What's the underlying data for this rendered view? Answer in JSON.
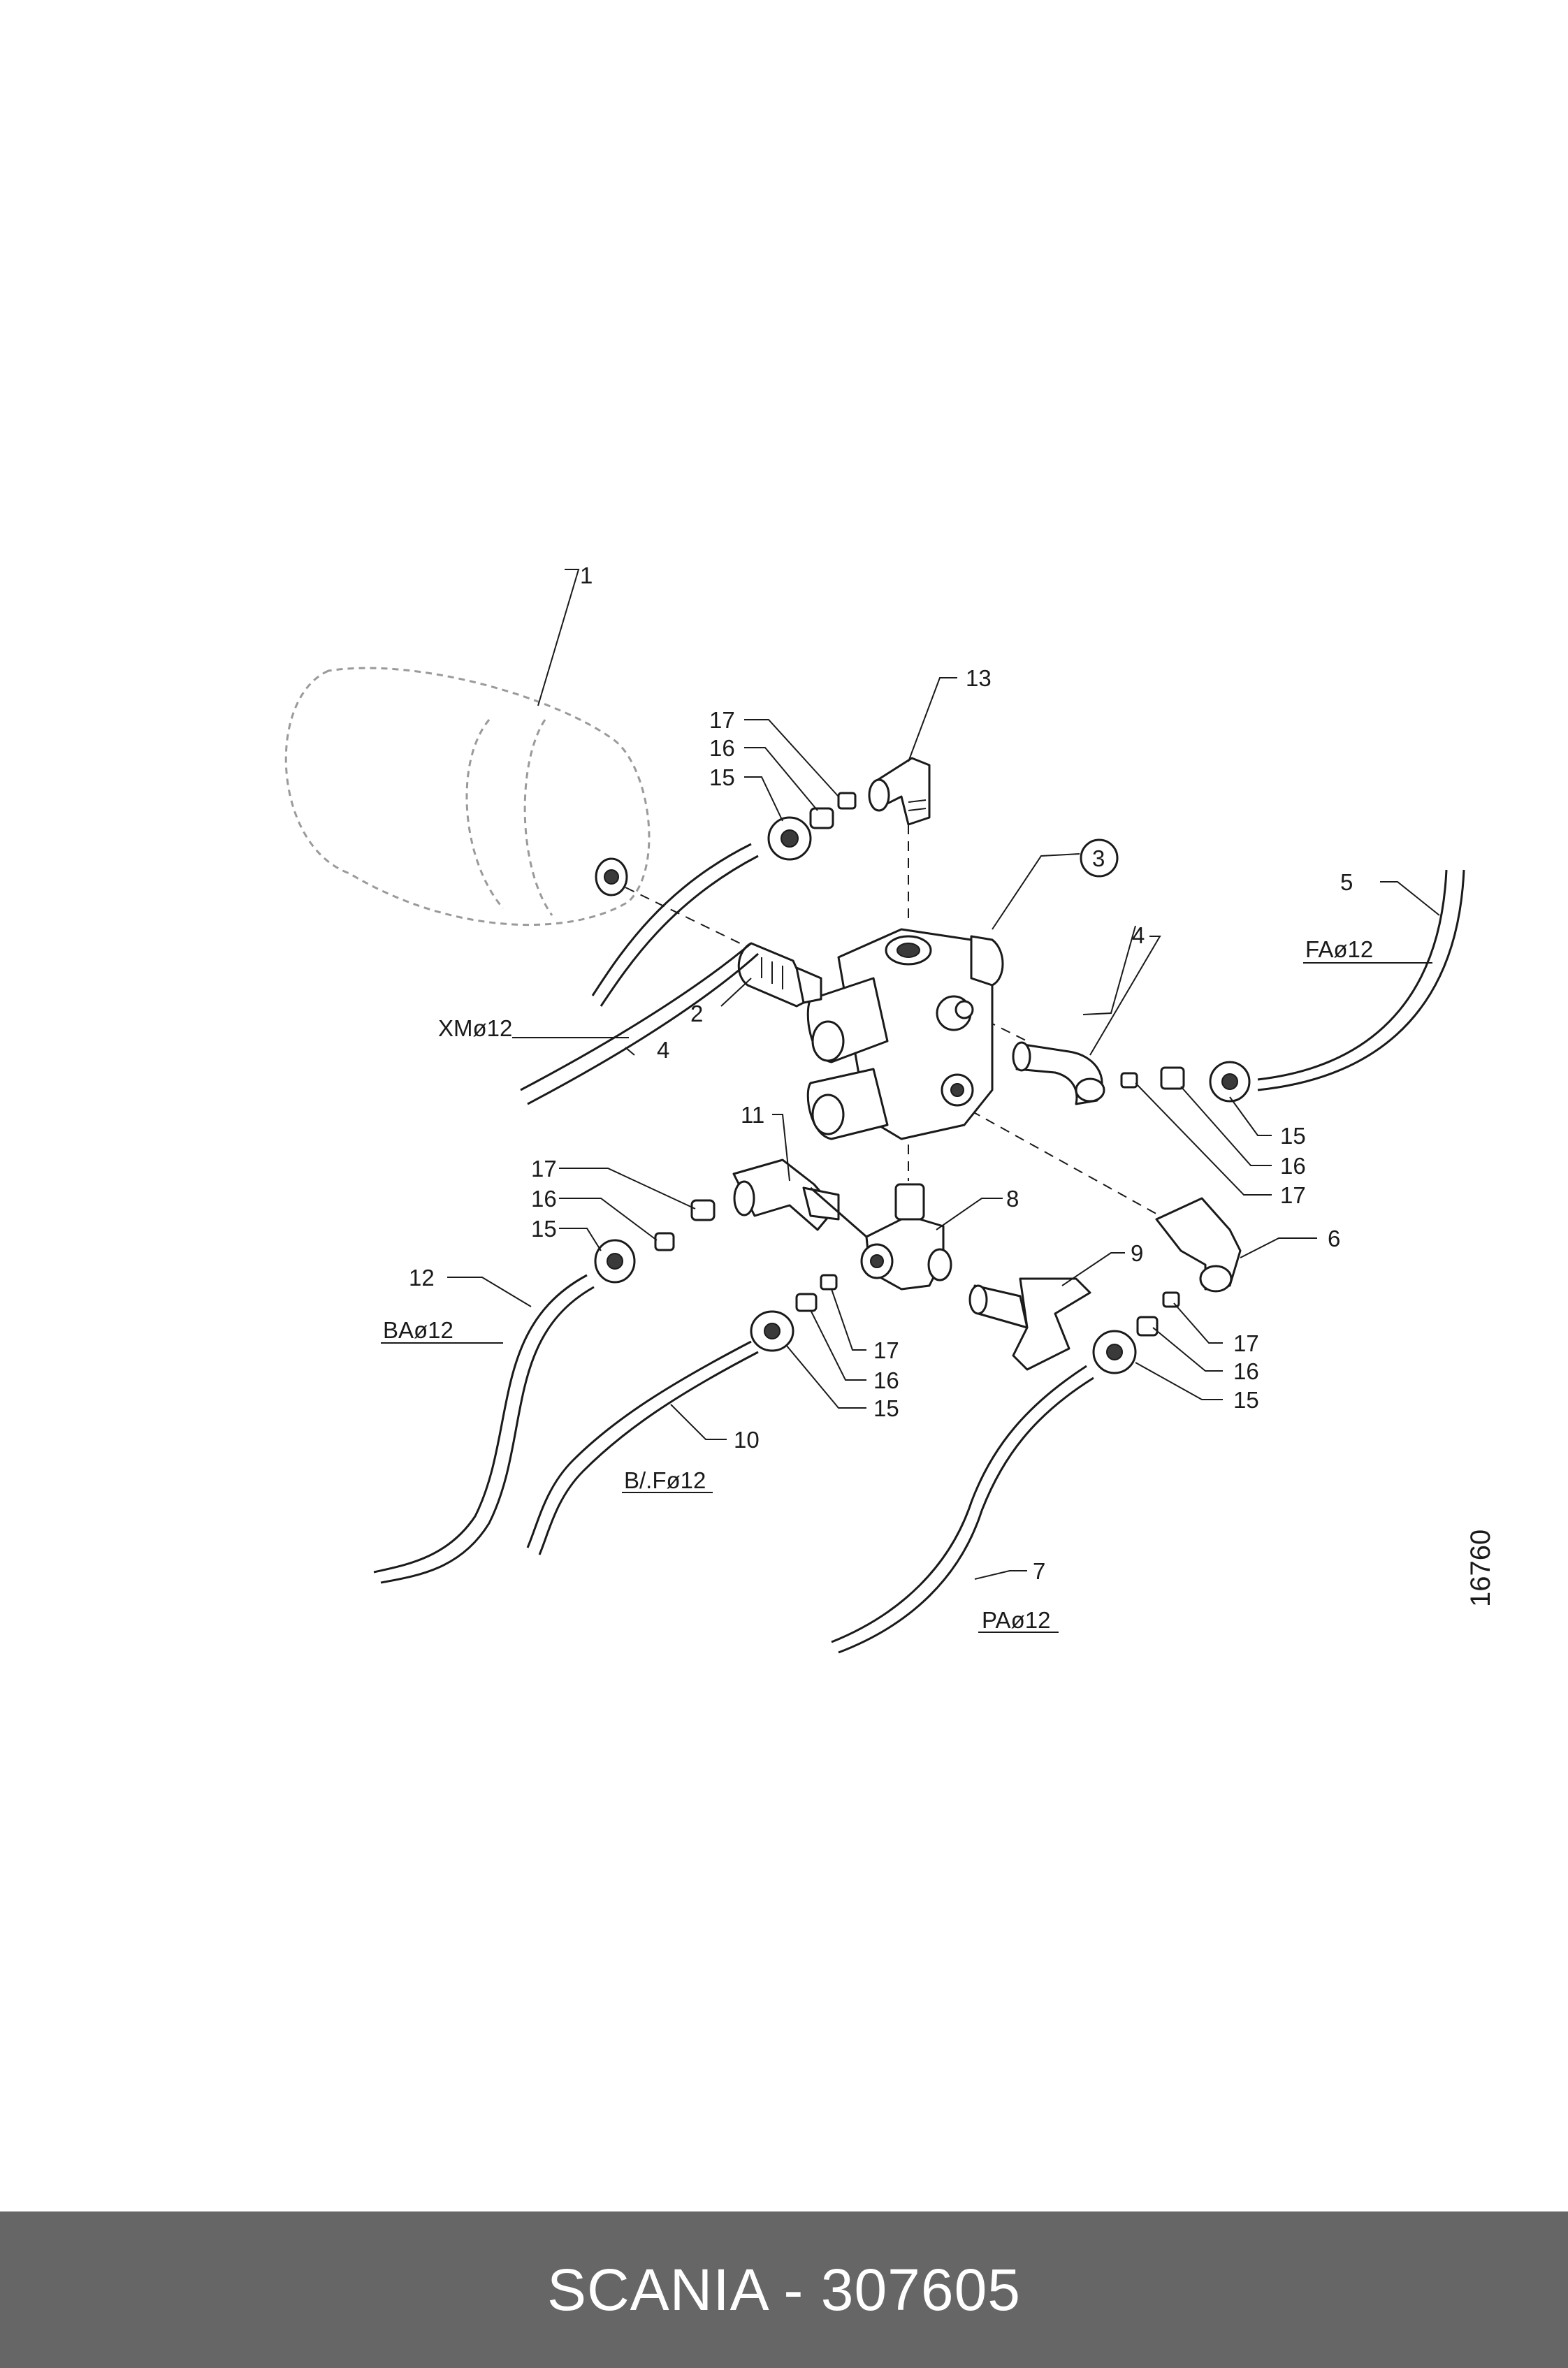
{
  "diagram": {
    "reference_number": "16760",
    "callouts": {
      "c1": "1",
      "c2": "2",
      "c3": "3",
      "c4a": "4",
      "c4b": "4",
      "c5": "5",
      "c6": "6",
      "c7": "7",
      "c8": "8",
      "c9": "9",
      "c10": "10",
      "c11": "11",
      "c12": "12",
      "c13": "13",
      "c15a": "15",
      "c16a": "16",
      "c17a": "17",
      "c15b": "15",
      "c16b": "16",
      "c17b": "17",
      "c15c": "15",
      "c16c": "16",
      "c17c": "17",
      "c15d": "15",
      "c16d": "16",
      "c17d": "17",
      "c15e": "15",
      "c16e": "16",
      "c17e": "17"
    },
    "tube_labels": {
      "xm": "XMø12",
      "fa": "FAø12",
      "ba": "BAø12",
      "baf": "B/.Fø12",
      "pa": "PAø12"
    }
  },
  "footer": {
    "caption": "SCANIA - 307605",
    "background": "#666666",
    "text_color": "#ffffff"
  }
}
